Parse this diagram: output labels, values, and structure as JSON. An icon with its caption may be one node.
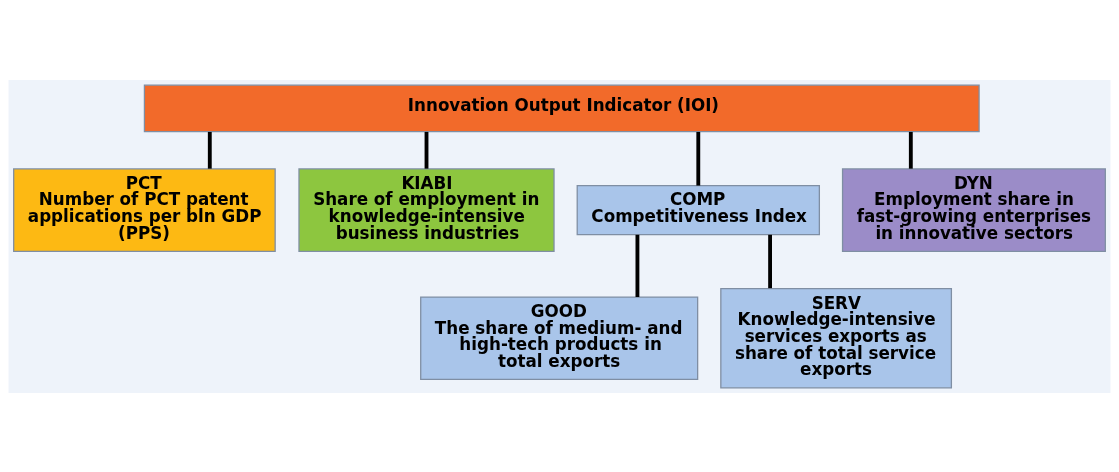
{
  "diagram": {
    "nodes": [
      {
        "text": [
          "Innovation Output Indicator (IOI)"
        ]
      },
      {
        "text": [
          "PCT",
          "Number of PCT patent applications per bln GDP (PPS)"
        ]
      },
      {
        "text": [
          "KIABI",
          "Share of employment in knowledge-intensive business industries"
        ]
      },
      {
        "text": [
          "COMP",
          "Competitiveness Index"
        ]
      },
      {
        "text": [
          "DYN",
          "Employment share in fast-growing enterprises in innovative sectors"
        ]
      },
      {
        "text": [
          "GOOD",
          "The share of medium- and high-tech products in total exports"
        ]
      },
      {
        "text": [
          "SERV",
          "Knowledge-intensive services exports as share of total service exports"
        ]
      }
    ],
    "edges": [
      {
        "from": 0,
        "to": 1,
        "arrow": "none"
      },
      {
        "from": 0,
        "to": 2,
        "arrow": "none"
      },
      {
        "from": 0,
        "to": 3,
        "arrow": "none"
      },
      {
        "from": 0,
        "to": 4,
        "arrow": "none"
      },
      {
        "from": 3,
        "to": 5,
        "arrow": "none"
      },
      {
        "from": 3,
        "to": 6,
        "arrow": "none"
      }
    ]
  }
}
